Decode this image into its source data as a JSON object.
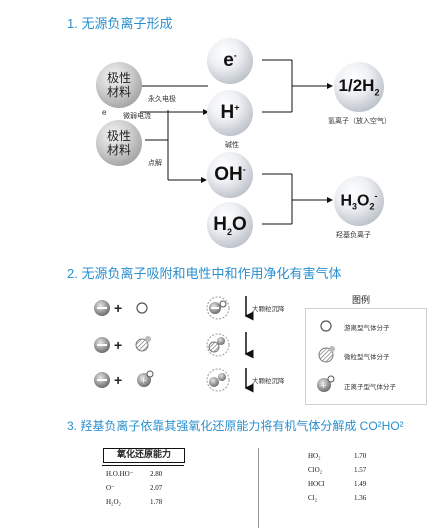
{
  "section1": {
    "heading": "1. 无源负离子形成",
    "materials": [
      {
        "label_line1": "极性",
        "label_line2": "材料"
      },
      {
        "label_line1": "极性",
        "label_line2": "材料"
      }
    ],
    "notes": {
      "permanent_electrode": "永久电极",
      "e_symbol": "e",
      "micro_current": "微弱电流",
      "electrolysis": "点解"
    },
    "ions": {
      "electron": {
        "base": "e",
        "sup": "-"
      },
      "hydrogen": {
        "base": "H",
        "sup": "+"
      },
      "hydroxide": {
        "base": "OH",
        "sup": "-"
      },
      "water": {
        "pre": "H",
        "sub": "2",
        "post": "O"
      },
      "half_h2": {
        "pre": "1/2H",
        "sub": "2"
      },
      "h3o2": {
        "pre": "H",
        "sub1": "3",
        "mid": "O",
        "sub2": "2",
        "sup": "-"
      }
    },
    "labels": {
      "alkaline": "碱性",
      "hydrogen_ion": "氢离子（放入空气）",
      "hydroxyl_negative_ion": "羟基负离子"
    }
  },
  "section2": {
    "heading": "2. 无源负离子吸附和电性中和作用净化有害气体",
    "rows": [
      {
        "plus": "+",
        "note": "大颗粒沉降"
      },
      {
        "plus": "+",
        "note": ""
      },
      {
        "plus": "+",
        "note": "大颗粒沉降"
      }
    ],
    "legend": {
      "title": "图例",
      "items": [
        "游离型气体分子",
        "微粒型气体分子",
        "正离子型气体分子"
      ]
    }
  },
  "section3": {
    "heading": "3. 羟基负离子依靠其强氧化还原能力将有机气体分解成 CO²HO²",
    "table_title": "氧化还原能力",
    "left_rows": [
      {
        "name": "H.O.HO⁻",
        "value": "2.80"
      },
      {
        "name": "O⁻",
        "value": "2.07"
      },
      {
        "name": "H₂O₂",
        "value": "1.78"
      }
    ],
    "right_rows": [
      {
        "name": "HO₂",
        "value": "1.70"
      },
      {
        "name": "ClO₂",
        "value": "1.57"
      },
      {
        "name": "HOCl",
        "value": "1.49"
      },
      {
        "name": "Cl₂",
        "value": "1.36"
      }
    ]
  },
  "colors": {
    "heading_blue": "#2a8fcf",
    "line": "#111111"
  }
}
